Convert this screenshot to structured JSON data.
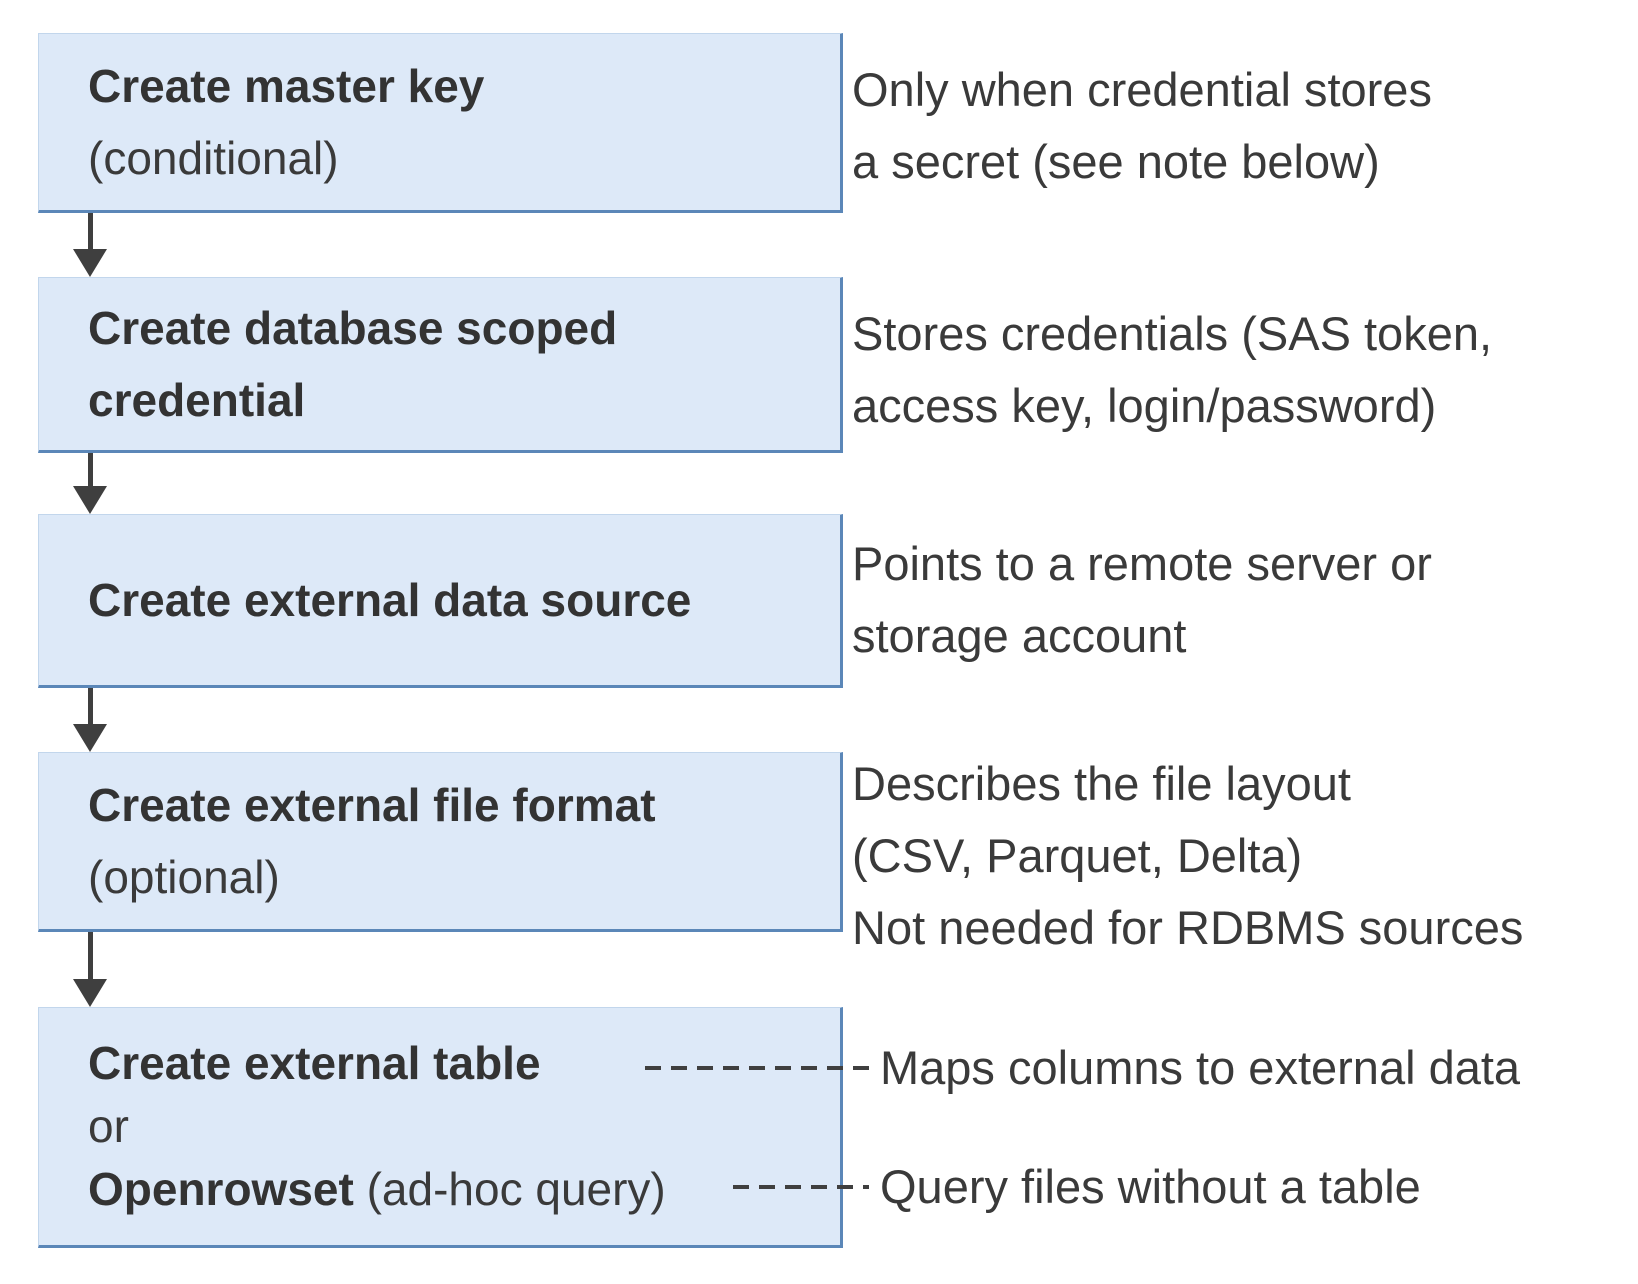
{
  "colors": {
    "box_fill": "#dde9f8",
    "box_border": "#5b87b8",
    "arrow": "#3f3f3f",
    "text": "#3a3a3a"
  },
  "diagram": {
    "steps": [
      {
        "line1": "Create master key",
        "line2": "(conditional)"
      },
      {
        "line1": "Create database scoped",
        "line2": "credential"
      },
      {
        "line1": "Create external data source"
      },
      {
        "line1": "Create external file format",
        "line2": "(optional)"
      },
      {
        "line1": "Create external table",
        "line2": "or",
        "line3_bold": "Openrowset",
        "line3_rest": " (ad-hoc query)"
      }
    ],
    "notes": [
      {
        "lines": [
          "Only when credential stores",
          "a secret (see note below)"
        ]
      },
      {
        "lines": [
          "Stores credentials (SAS token,",
          "access key, login/password)"
        ]
      },
      {
        "lines": [
          "Points to a remote server or",
          "storage account"
        ]
      },
      {
        "lines": [
          "Describes the file layout",
          "(CSV, Parquet, Delta)",
          "Not needed for RDBMS sources"
        ]
      },
      {
        "lines": [
          "Maps columns to external data"
        ]
      },
      {
        "lines": [
          "Query files without a table"
        ]
      }
    ]
  }
}
